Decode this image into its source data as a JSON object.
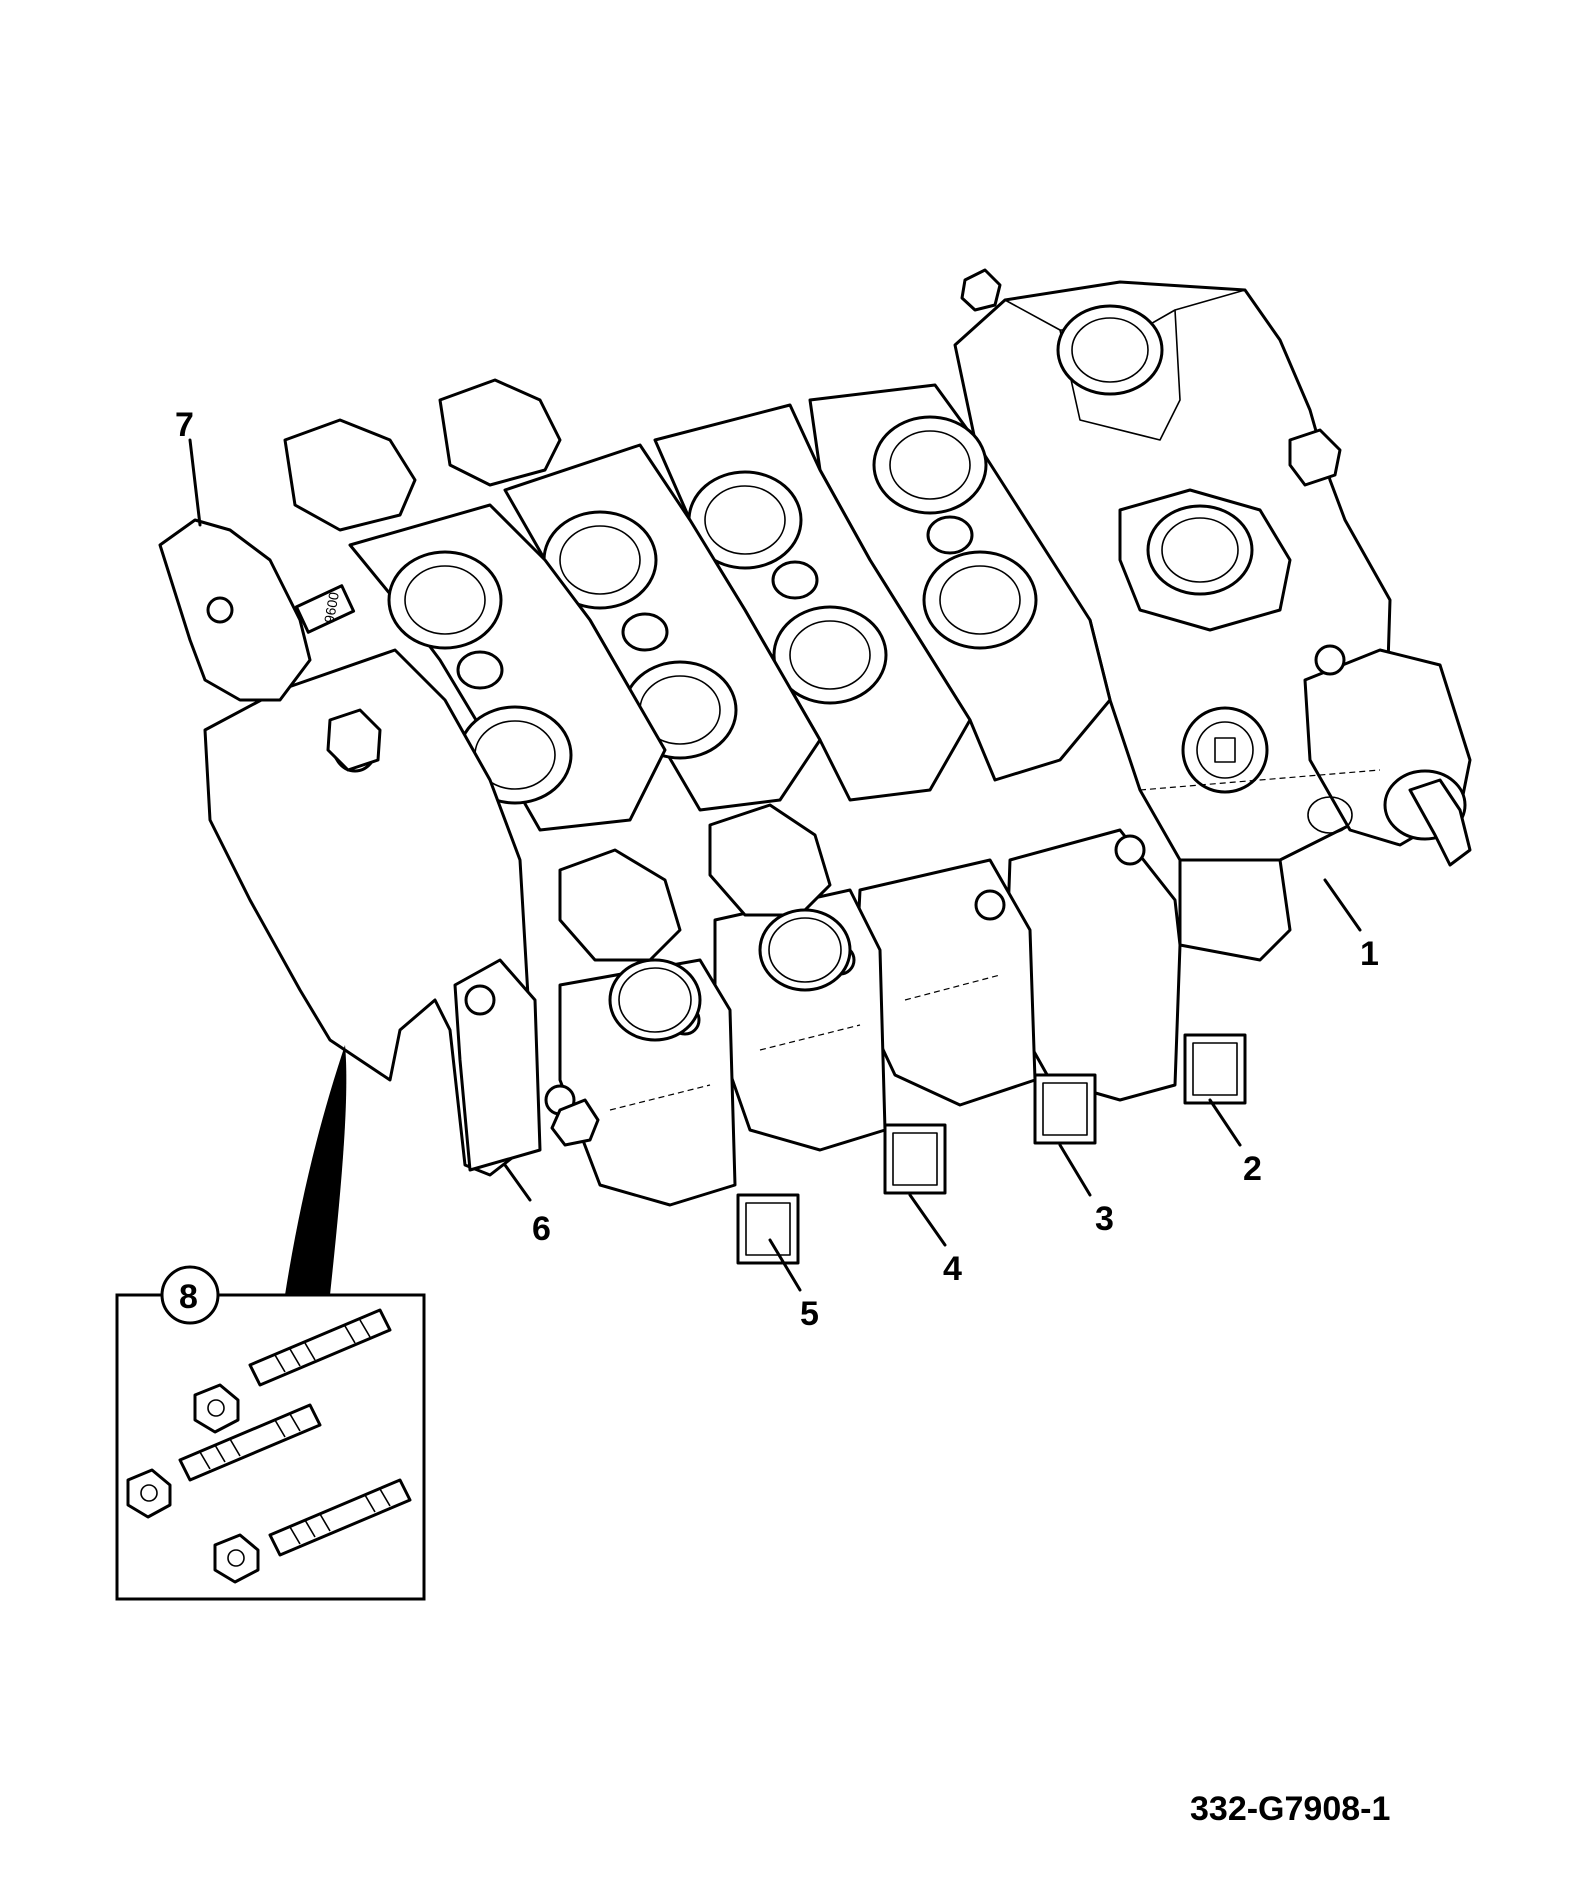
{
  "drawing_id": "332-G7908-1",
  "callouts": [
    {
      "id": "1",
      "label": "1"
    },
    {
      "id": "2",
      "label": "2"
    },
    {
      "id": "3",
      "label": "3"
    },
    {
      "id": "4",
      "label": "4"
    },
    {
      "id": "5",
      "label": "5"
    },
    {
      "id": "6",
      "label": "6"
    },
    {
      "id": "7",
      "label": "7"
    },
    {
      "id": "8",
      "label": "8"
    }
  ],
  "part_marking": "9600"
}
